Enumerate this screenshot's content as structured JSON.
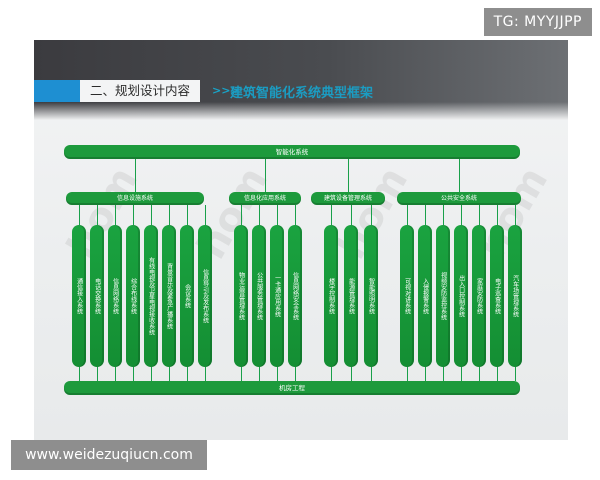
{
  "watermark_tag": "TG: MYYJJPP",
  "website": "www.weidezuqiucn.com",
  "header": {
    "section": "二、规划设计内容",
    "arrows": ">>>",
    "title": "建筑智能化系统典型框架"
  },
  "diagram": {
    "root": "智能化系统",
    "bottom": "机房工程",
    "groups": [
      {
        "label": "信息设施系统",
        "items": [
          "通信接入系统",
          "电话交换系统",
          "信息网络系统",
          "综合布线系统",
          "有线电视及卫星电视接收系统",
          "背景音乐及紧急广播系统",
          "会议系统",
          "信息导引及发布系统"
        ]
      },
      {
        "label": "信息化应用系统",
        "items": [
          "物业运营管理系统",
          "公共服务管理系统",
          "一卡通应用系统",
          "信息网络安全系统"
        ]
      },
      {
        "label": "建筑设备管理系统",
        "items": [
          "楼宇控制系统",
          "能源管理系统",
          "智能照明系统"
        ]
      },
      {
        "label": "公共安全系统",
        "items": [
          "可视对讲系统",
          "入侵报警系统",
          "视频安防监控系统",
          "出入口控制系统",
          "家庭安防系统",
          "电子巡查系统",
          "汽车场管理系统"
        ]
      }
    ]
  },
  "colors": {
    "green": "#1d9a3c",
    "accent_blue": "#1e8fd2",
    "title_blue": "#1b9cc2"
  }
}
